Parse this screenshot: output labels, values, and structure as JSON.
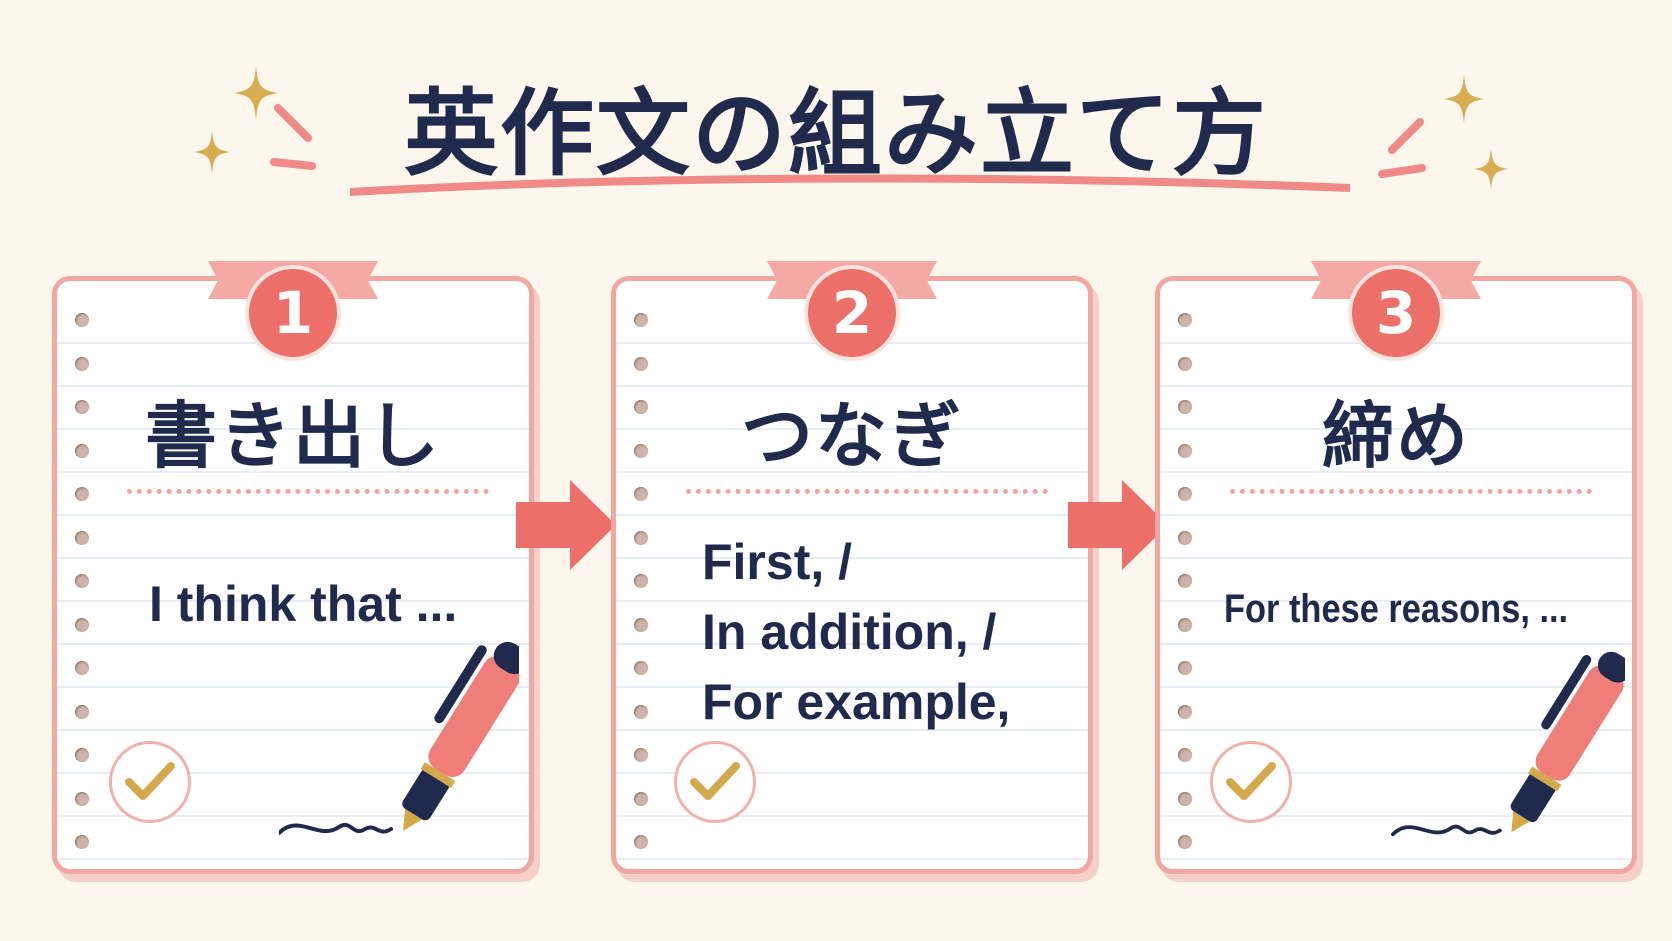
{
  "title": "英作文の組み立て方",
  "steps": [
    {
      "number": "1",
      "heading": "書き出し",
      "phrase_lines": [
        "I think that ..."
      ]
    },
    {
      "number": "2",
      "heading": "つなぎ",
      "phrase_lines": [
        "First, /",
        "In addition, /",
        "For example,"
      ]
    },
    {
      "number": "3",
      "heading": "締め",
      "phrase_lines": [
        "For these reasons, ..."
      ]
    }
  ],
  "colors": {
    "background": "#fdf6ec",
    "accent": "#ec6f6a",
    "navy": "#1f2a4d",
    "gold": "#d4a94c"
  },
  "icons": [
    "sparkle-icon",
    "check-icon",
    "pen-icon",
    "arrow-right-icon"
  ]
}
